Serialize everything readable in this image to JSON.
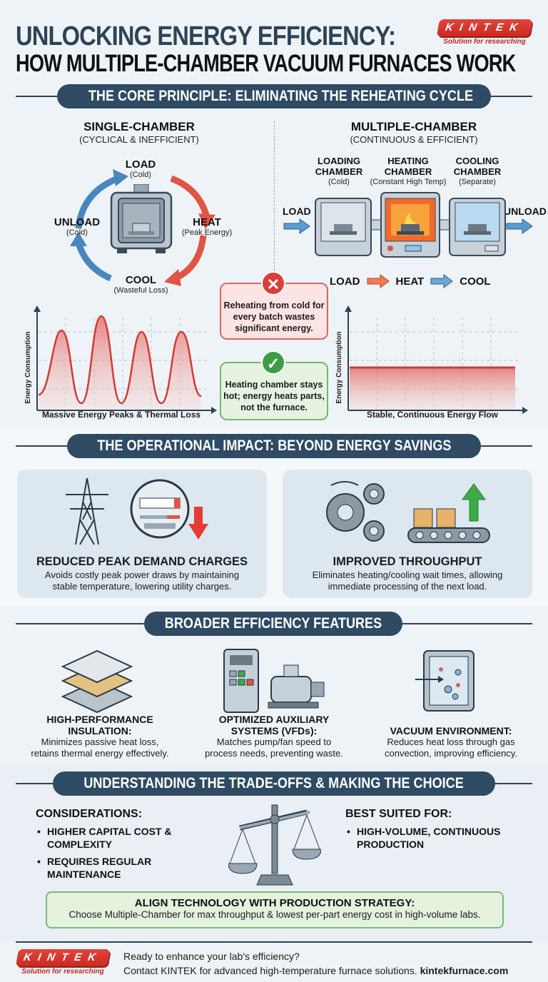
{
  "header": {
    "title_line1": "UNLOCKING ENERGY EFFICIENCY:",
    "title_line2": "HOW MULTIPLE-CHAMBER VACUUM FURNACES WORK",
    "logo_text": "KINTEK",
    "logo_tagline": "Solution for researching"
  },
  "core": {
    "heading": "THE CORE PRINCIPLE: ELIMINATING THE REHEATING CYCLE",
    "single": {
      "title": "SINGLE-CHAMBER",
      "subtitle": "(CYCLICAL & INEFFICIENT)",
      "stages": [
        {
          "label": "LOAD",
          "note": "(Cold)"
        },
        {
          "label": "HEAT",
          "note": "(Peak Energy)"
        },
        {
          "label": "COOL",
          "note": "(Wasteful Loss)"
        },
        {
          "label": "UNLOAD",
          "note": "(Cold)"
        }
      ]
    },
    "multi": {
      "title": "MULTIPLE-CHAMBER",
      "subtitle": "(CONTINUOUS & EFFICIENT)",
      "chambers": [
        {
          "label_1": "LOADING",
          "label_2": "CHAMBER",
          "note": "(Cold)"
        },
        {
          "label_1": "HEATING",
          "label_2": "CHAMBER",
          "note": "(Constant High Temp)"
        },
        {
          "label_1": "COOLING",
          "label_2": "CHAMBER",
          "note": "(Separate)"
        }
      ],
      "in_label": "LOAD",
      "out_label": "UNLOAD",
      "flow": [
        "LOAD",
        "HEAT",
        "COOL"
      ]
    },
    "bad_message": "Reheating from cold for every batch wastes significant energy.",
    "good_message": "Heating chamber stays hot; energy heats parts, not the furnace."
  },
  "chart_data": [
    {
      "type": "area",
      "title": "Massive Energy Peaks & Thermal Loss",
      "xlabel": "Massive Energy Peaks & Thermal Loss",
      "ylabel": "Energy Consumption",
      "x": [
        0,
        1,
        2,
        3,
        4,
        5,
        6,
        7,
        8
      ],
      "series": [
        {
          "name": "Single-chamber",
          "values": [
            15,
            82,
            20,
            92,
            15,
            83,
            20,
            82,
            15
          ]
        }
      ],
      "ylim": [
        0,
        100
      ],
      "grid": true,
      "color": "#d9534f"
    },
    {
      "type": "area",
      "title": "Stable, Continuous Energy Flow",
      "xlabel": "Stable, Continuous Energy Flow",
      "ylabel": "Energy Consumption",
      "x": [
        0,
        1,
        2,
        3,
        4,
        5,
        6,
        7,
        8
      ],
      "series": [
        {
          "name": "Multiple-chamber",
          "values": [
            40,
            40,
            40,
            40,
            40,
            40,
            40,
            40,
            40
          ]
        }
      ],
      "ylim": [
        0,
        100
      ],
      "grid": true,
      "color": "#d9534f"
    }
  ],
  "operational": {
    "heading": "THE OPERATIONAL IMPACT: BEYOND ENERGY SAVINGS",
    "cards": [
      {
        "title": "REDUCED PEAK DEMAND CHARGES",
        "line1": "Avoids costly peak power draws by maintaining",
        "line2": "stable temperature, lowering utility charges."
      },
      {
        "title": "IMPROVED THROUGHPUT",
        "line1": "Eliminates heating/cooling wait times, allowing",
        "line2": "immediate processing of the next load."
      }
    ]
  },
  "features": {
    "heading": "BROADER EFFICIENCY FEATURES",
    "items": [
      {
        "title_1": "HIGH-PERFORMANCE",
        "title_2": "INSULATION:",
        "line1": "Minimizes passive heat loss,",
        "line2": "retains thermal energy effectively."
      },
      {
        "title_1": "OPTIMIZED AUXILIARY",
        "title_2": "SYSTEMS (VFDs):",
        "line1": "Matches pump/fan speed to",
        "line2": "process needs, preventing waste."
      },
      {
        "title_1": "",
        "title_2": "VACUUM ENVIRONMENT:",
        "line1": "Reduces heat loss through gas",
        "line2": "convection, improving efficiency."
      }
    ]
  },
  "tradeoffs": {
    "heading": "UNDERSTANDING THE TRADE-OFFS & MAKING THE CHOICE",
    "considerations_title": "CONSIDERATIONS:",
    "considerations": [
      "HIGHER CAPITAL COST & COMPLEXITY",
      "REQUIRES REGULAR MAINTENANCE"
    ],
    "best_title": "BEST SUITED FOR:",
    "best": [
      "HIGH-VOLUME, CONTINUOUS PRODUCTION"
    ],
    "callout_title": "ALIGN TECHNOLOGY WITH PRODUCTION STRATEGY:",
    "callout_text": "Choose Multiple-Chamber for max throughput & lowest per-part energy cost in high-volume labs."
  },
  "footer": {
    "logo_text": "KINTEK",
    "logo_tagline": "Solution for researching",
    "line1": "Ready to enhance your lab's efficiency?",
    "line2": "Contact KINTEK for advanced high-temperature furnace solutions.",
    "link": "kintekfurnace.com"
  }
}
